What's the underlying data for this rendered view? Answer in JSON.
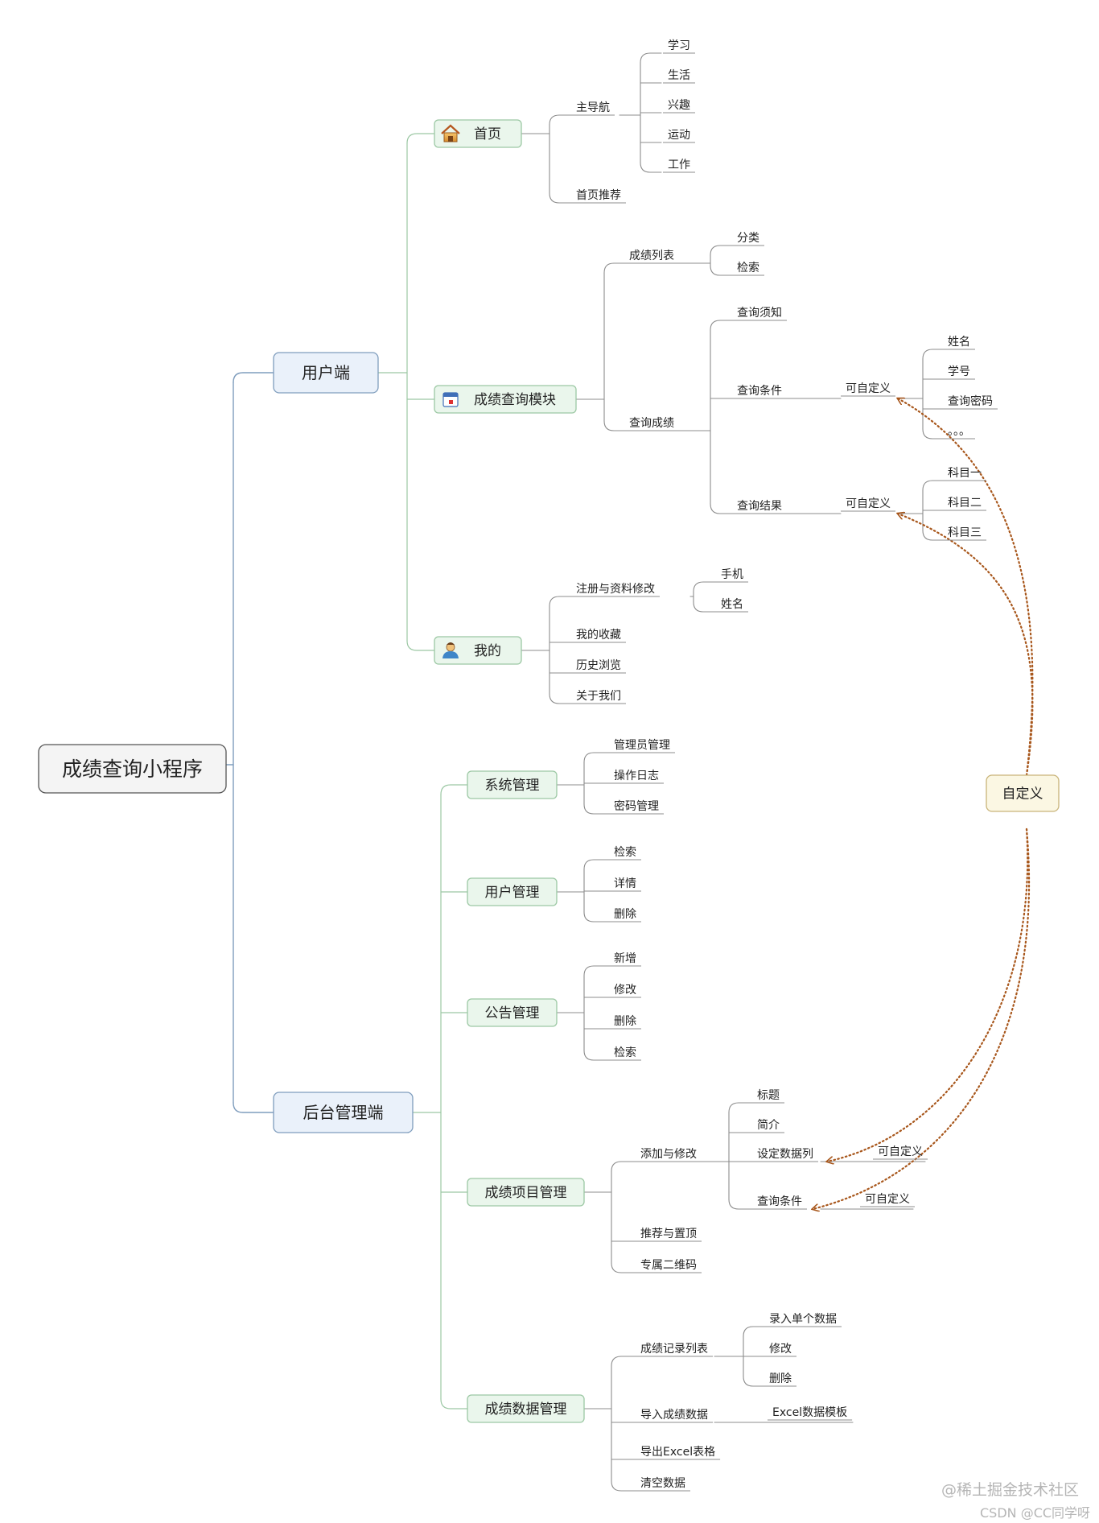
{
  "mindmap": {
    "root": "成绩查询小程序",
    "user_side": {
      "label": "用户端",
      "home": {
        "label": "首页",
        "main_nav": {
          "label": "主导航",
          "items": [
            "学习",
            "生活",
            "兴趣",
            "运动",
            "工作"
          ]
        },
        "recommend": "首页推荐"
      },
      "query_module": {
        "label": "成绩查询模块",
        "list": {
          "label": "成绩列表",
          "items": [
            "分类",
            "检索"
          ]
        },
        "query": {
          "label": "查询成绩",
          "notice": "查询须知",
          "conditions": {
            "label": "查询条件",
            "custom": "可自定义",
            "items": [
              "姓名",
              "学号",
              "查询密码",
              "。。。"
            ]
          },
          "results": {
            "label": "查询结果",
            "custom": "可自定义",
            "items": [
              "科目一",
              "科目二",
              "科目三"
            ]
          }
        }
      },
      "mine": {
        "label": "我的",
        "register": {
          "label": "注册与资料修改",
          "items": [
            "手机",
            "姓名"
          ]
        },
        "favorites": "我的收藏",
        "history": "历史浏览",
        "about": "关于我们"
      }
    },
    "admin_side": {
      "label": "后台管理端",
      "system": {
        "label": "系统管理",
        "items": [
          "管理员管理",
          "操作日志",
          "密码管理"
        ]
      },
      "users": {
        "label": "用户管理",
        "items": [
          "检索",
          "详情",
          "删除"
        ]
      },
      "notice": {
        "label": "公告管理",
        "items": [
          "新增",
          "修改",
          "删除",
          "检索"
        ]
      },
      "project": {
        "label": "成绩项目管理",
        "edit": {
          "label": "添加与修改",
          "title": "标题",
          "intro": "简介",
          "columns": {
            "label": "设定数据列",
            "custom": "可自定义"
          },
          "conditions": {
            "label": "查询条件",
            "custom": "可自定义"
          }
        },
        "pin": "推荐与置顶",
        "qrcode": "专属二维码"
      },
      "data": {
        "label": "成绩数据管理",
        "records": {
          "label": "成绩记录列表",
          "items": [
            "录入单个数据",
            "修改",
            "删除"
          ]
        },
        "import": {
          "label": "导入成绩数据",
          "template": "Excel数据模板"
        },
        "export": "导出Excel表格",
        "clear": "清空数据"
      }
    },
    "custom_node": "自定义"
  },
  "colors": {
    "root_fill": "#f4f4f4",
    "root_border": "#555555",
    "main_fill": "#eaf1fa",
    "main_border": "#7f9dbd",
    "sub_fill": "#eaf6ec",
    "sub_border": "#9cc8a4",
    "custom_fill": "#fbf7e3",
    "custom_border": "#c9b47a",
    "line_blue": "#7f9dbd",
    "line_green": "#9cc8a4",
    "line_gray": "#8c8c8c",
    "arrow": "#a8571c"
  },
  "icons": {
    "home": "house-icon",
    "query": "calendar-icon",
    "mine": "user-icon"
  },
  "watermarks": [
    "@稀土掘金技术社区",
    "CSDN @CC同学呀"
  ]
}
